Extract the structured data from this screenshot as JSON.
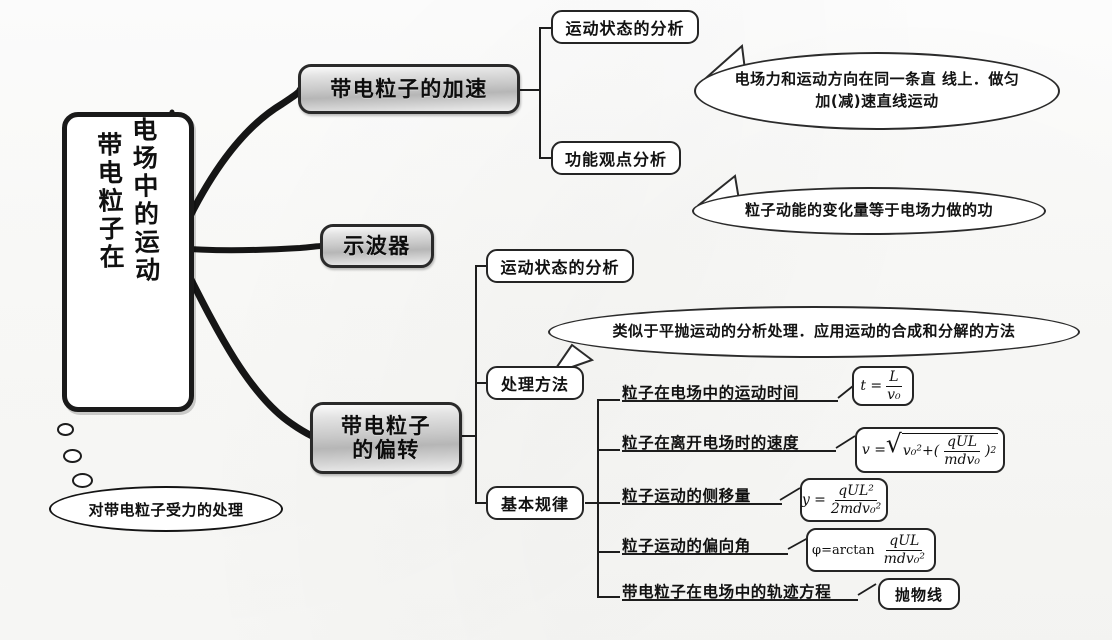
{
  "diagram": {
    "title": "带电粒子在电场中的运动",
    "central_node": {
      "line1": "电场中的运动",
      "line2": "带电粒子在"
    },
    "note_oval": "对带电粒子受力的处理",
    "branches": [
      {
        "id": "acceleration",
        "label": "带电粒子的加速",
        "children": [
          {
            "label": "运动状态的分析",
            "bubble": "电场力和运动方向在同一条直\n线上．做匀加(减)速直线运动"
          },
          {
            "label": "功能观点分析",
            "bubble": "粒子动能的变化量等于电场力做的功"
          }
        ]
      },
      {
        "id": "oscilloscope",
        "label": "示波器",
        "children": []
      },
      {
        "id": "deflection",
        "label_line1": "带电粒子",
        "label_line2": "的偏转",
        "children": [
          {
            "label": "运动状态的分析"
          },
          {
            "label": "处理方法",
            "bubble": "类似于平抛运动的分析处理．应用运动的合成和分解的方法"
          },
          {
            "label": "基本规律"
          }
        ]
      }
    ],
    "basic_laws": [
      {
        "label": "粒子在电场中的运动时间",
        "formula": {
          "lhs": "t =",
          "num": "L",
          "den": "v₀"
        }
      },
      {
        "label": "粒子在离开电场时的速度",
        "formula": {
          "lhs": "v =",
          "radicand_a": "v₀²+",
          "paren_num": "qUL",
          "paren_den": "mdv₀",
          "paren_exp": "2"
        }
      },
      {
        "label": "粒子运动的侧移量",
        "formula": {
          "lhs": "y =",
          "num": "qUL²",
          "den": "2mdv₀²"
        }
      },
      {
        "label": "粒子运动的偏向角",
        "formula": {
          "lhs": "φ=arctan",
          "num": "qUL",
          "den": "mdv₀²"
        }
      },
      {
        "label": "带电粒子在电场中的轨迹方程",
        "result": "抛物线"
      }
    ],
    "colors": {
      "ink": "#141414",
      "node_fill_main": "#c9c9c9",
      "node_fill_sub": "#ffffff",
      "paper": "#fdfdfb"
    }
  }
}
